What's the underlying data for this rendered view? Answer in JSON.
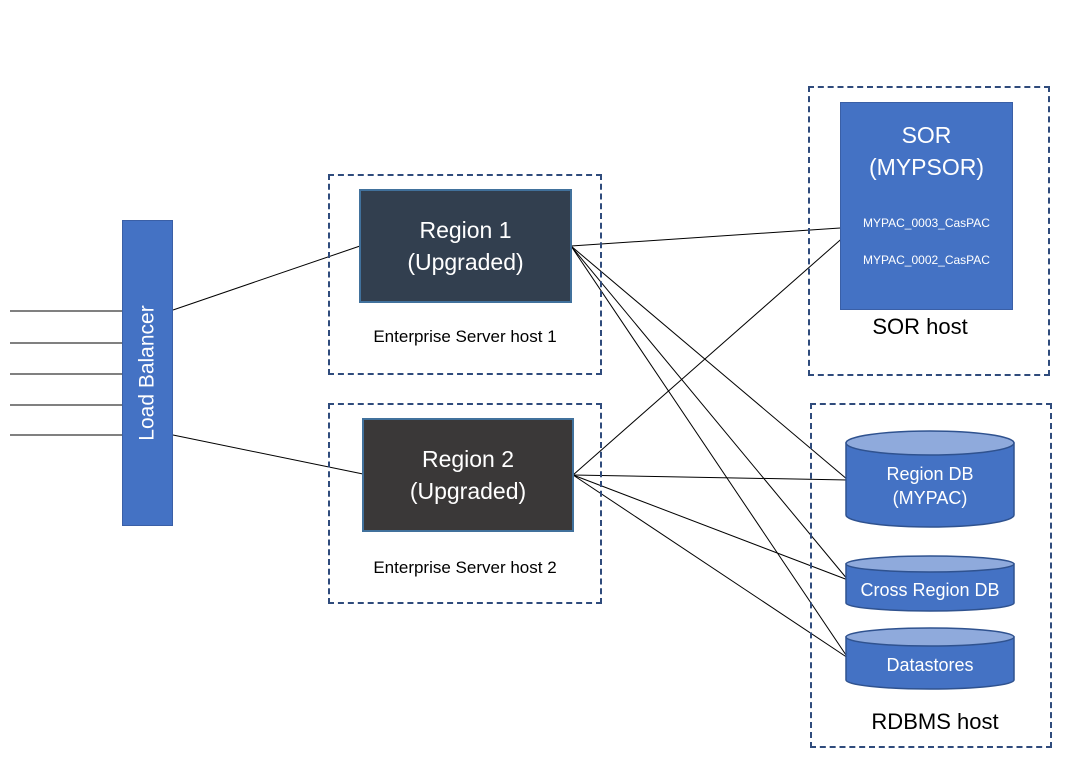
{
  "load_balancer": {
    "label": "Load Balancer"
  },
  "es_host_1": {
    "label": "Enterprise Server host 1",
    "region": {
      "name": "Region 1",
      "status": "(Upgraded)"
    }
  },
  "es_host_2": {
    "label": "Enterprise Server host 2",
    "region": {
      "name": "Region 2",
      "status": "(Upgraded)"
    }
  },
  "sor_host": {
    "label": "SOR host",
    "sor": {
      "title": "SOR",
      "subtitle": "(MYPSOR)",
      "pacs": [
        "MYPAC_0003_CasPAC",
        "MYPAC_0002_CasPAC"
      ]
    }
  },
  "rdbms_host": {
    "label": "RDBMS host",
    "databases": [
      {
        "line1": "Region DB",
        "line2": "(MYPAC)"
      },
      {
        "line1": "Cross Region DB"
      },
      {
        "line1": "Datastores"
      }
    ]
  },
  "colors": {
    "blue": "#4472C4",
    "region1_fill": "#323F4F",
    "region2_fill": "#3A3838",
    "dashed_border": "#2F4B7C",
    "db_top": "#8FAADC"
  }
}
